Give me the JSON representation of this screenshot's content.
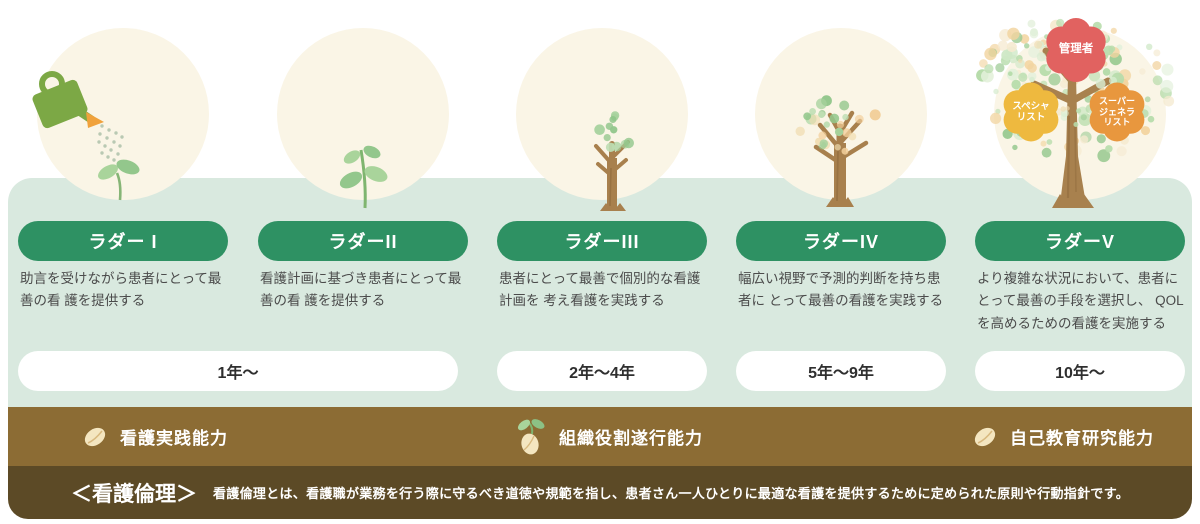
{
  "ladders": [
    {
      "label": "ラダー I",
      "description": "助言を受けながら患者にとって最善の看 護を提供する"
    },
    {
      "label": "ラダーII",
      "description": "看護計画に基づき患者にとって最善の看 護を提供する"
    },
    {
      "label": "ラダーIII",
      "description": "患者にとって最善で個別的な看護計画を 考え看護を実践する"
    },
    {
      "label": "ラダーIV",
      "description": "幅広い視野で予測的判断を持ち患者に とって最善の看護を実践する"
    },
    {
      "label": "ラダーV",
      "description": "より複雑な状況において、患者にとって最善の手段を選択し、 QOLを高めるための看護を実施する"
    }
  ],
  "year_badges": [
    {
      "label": "1年〜"
    },
    {
      "label": "2年〜4年"
    },
    {
      "label": "5年〜9年"
    },
    {
      "label": "10年〜"
    }
  ],
  "tree_labels": {
    "manager": "管理者",
    "specialist": "スペシャリスト",
    "super_generalist": "スーパージェネラリスト"
  },
  "competencies": [
    {
      "label": "看護実践能力"
    },
    {
      "label": "組織役割遂行能力"
    },
    {
      "label": "自己教育研究能力"
    }
  ],
  "ethics": {
    "title": "＜看護倫理＞",
    "description": "看護倫理とは、看護職が業務を行う際に守るべき道徳や規範を指し、患者さん一人ひとりに最適な看護を提供するために定められた原則や行動指針です。"
  },
  "colors": {
    "pill_green": "#2e9163",
    "panel_green": "#d9e9df",
    "bar_brown": "#8c6c34",
    "bar_dark_brown": "#5c4a26",
    "flower_red": "#e16260",
    "flower_yellow": "#eeb93f",
    "flower_orange": "#e8973e"
  }
}
